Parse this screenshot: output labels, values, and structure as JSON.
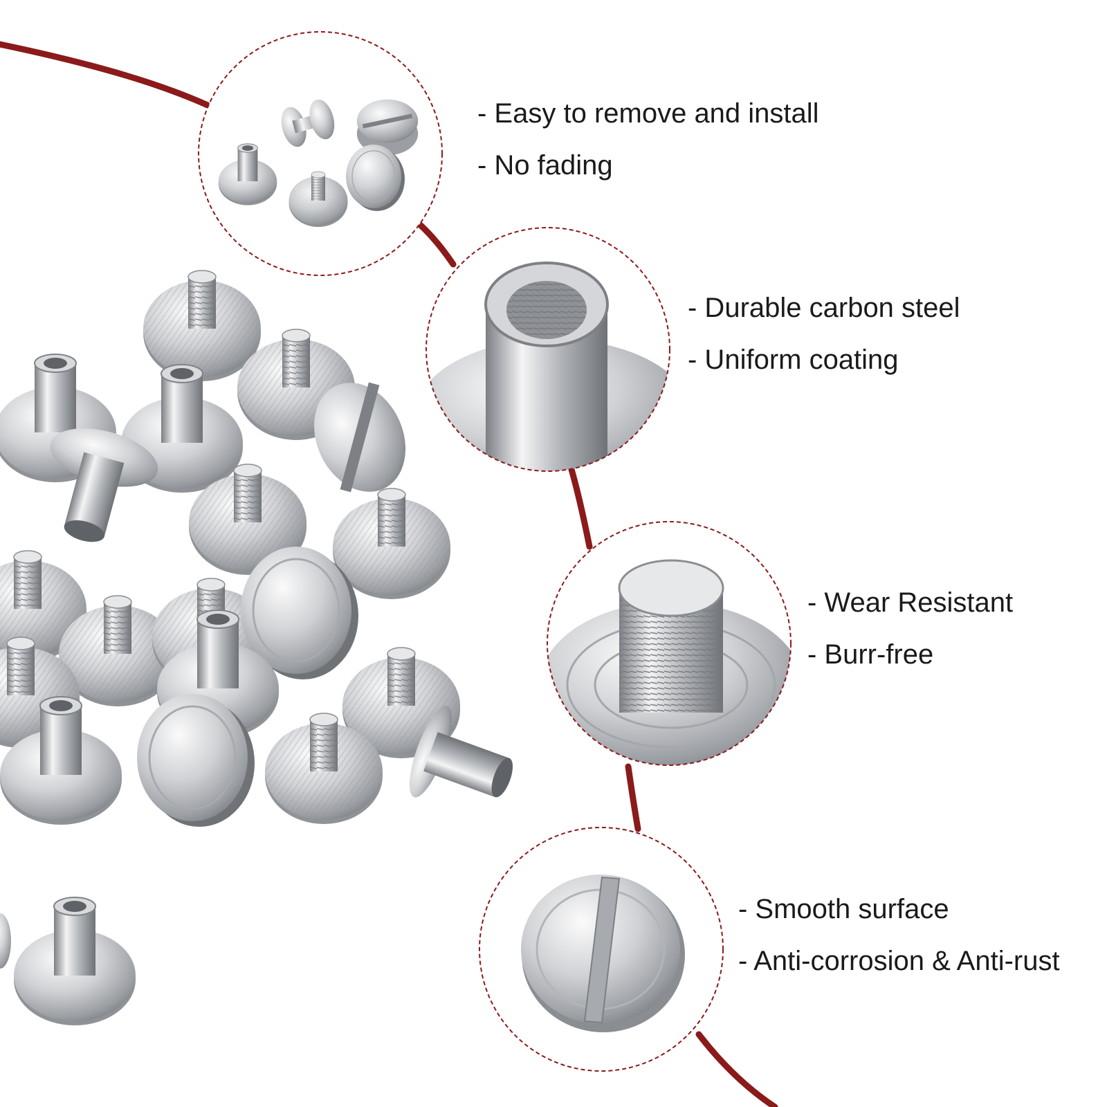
{
  "accent_color": "#8b1a1a",
  "features": [
    {
      "icon": "screw-set-detail-circle",
      "lines": [
        "- Easy to remove and install",
        "- No fading"
      ]
    },
    {
      "icon": "threaded-barrel-detail-circle",
      "lines": [
        "- Durable carbon steel",
        "- Uniform coating"
      ]
    },
    {
      "icon": "screw-thread-detail-circle",
      "lines": [
        "- Wear Resistant",
        "- Burr-free"
      ]
    },
    {
      "icon": "slotted-head-detail-circle",
      "lines": [
        "- Smooth surface",
        "- Anti-corrosion & Anti-rust"
      ]
    }
  ]
}
